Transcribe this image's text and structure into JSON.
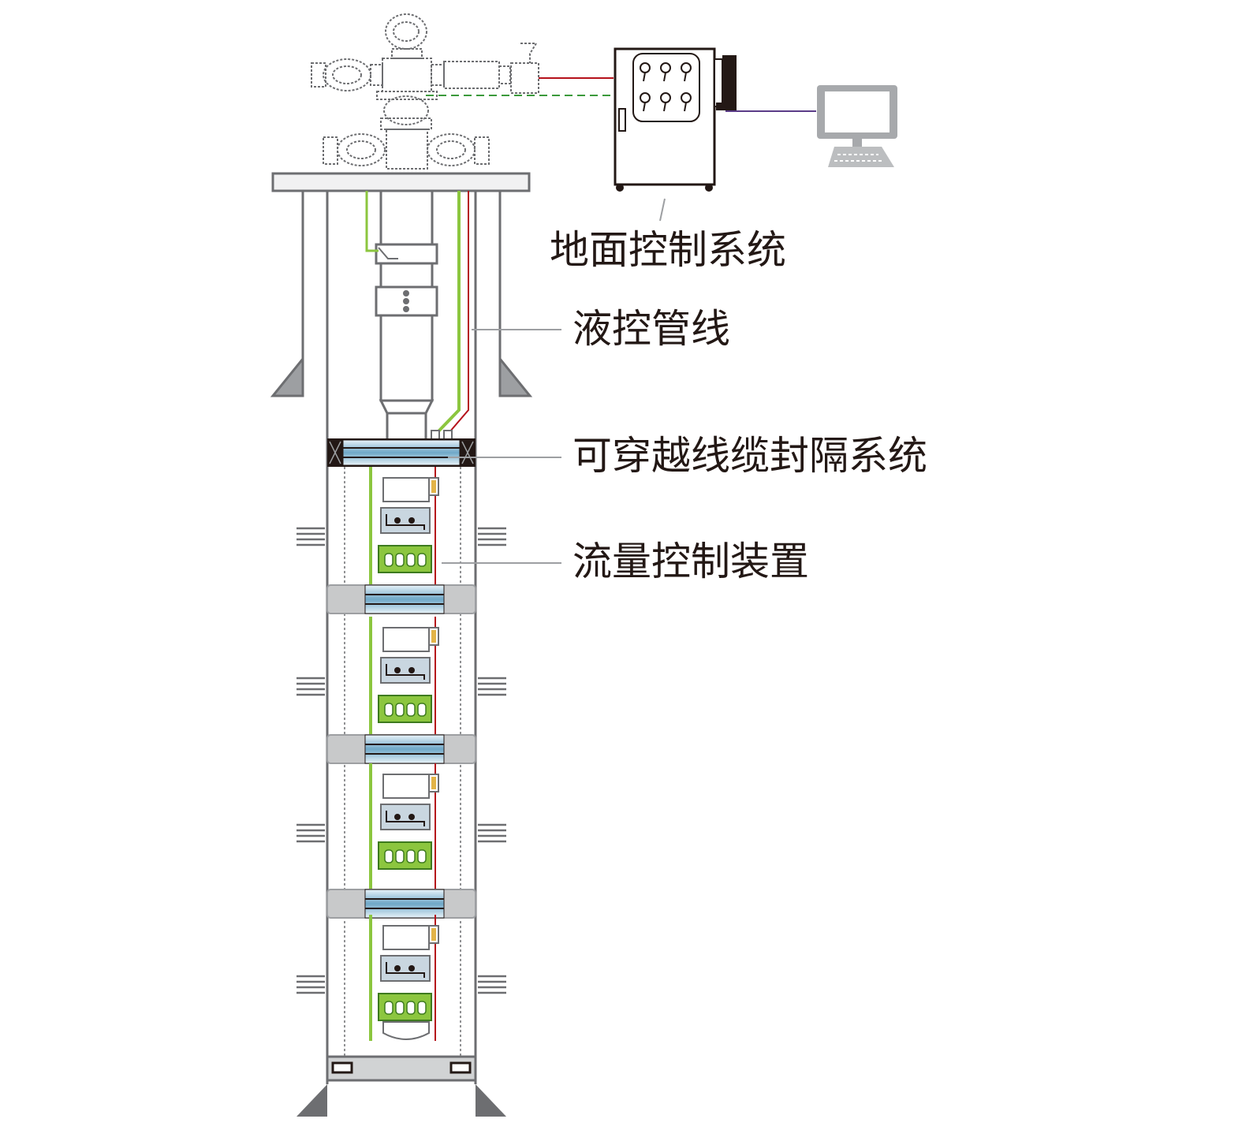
{
  "callouts": {
    "surface_control_system": "地面控制系统",
    "hydraulic_control_line": "液控管线",
    "cable_penetrating_packer": "可穿越线缆封隔系统",
    "flow_control_device": "流量控制装置"
  },
  "colors": {
    "hydraulic_line": "#8cc63f",
    "electric_line": "#b5121b",
    "data_link": "#5b3c88",
    "casing": "#6d6e71",
    "packer_blue": "#6fa8c8",
    "packer_body": "#c8c9ca",
    "flow_device": "#8cc63f",
    "leader_line": "#9d9fa2"
  },
  "icons": [
    "christmas-tree-wellhead-icon",
    "control-cabinet-icon",
    "computer-monitor-icon"
  ],
  "zones": 4
}
